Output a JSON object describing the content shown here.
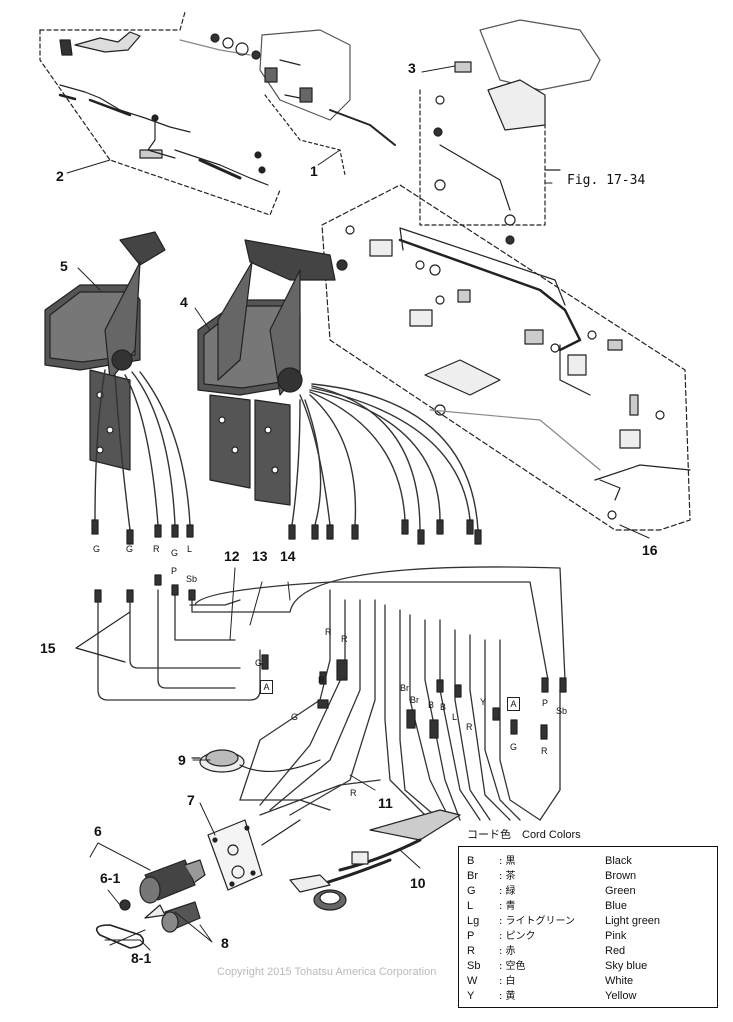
{
  "callouts": {
    "c1": "1",
    "c2": "2",
    "c3": "3",
    "c4": "4",
    "c5": "5",
    "c6": "6",
    "c6_1": "6-1",
    "c7": "7",
    "c8": "8",
    "c8_1": "8-1",
    "c9": "9",
    "c10": "10",
    "c11": "11",
    "c12": "12",
    "c13": "13",
    "c14": "14",
    "c15": "15",
    "c16": "16"
  },
  "figure_reference": "Fig. 17-34",
  "wire_labels": {
    "w1": "G",
    "w2": "G",
    "w3": "R",
    "w4": "G",
    "w5": "L",
    "w6": "P",
    "w7": "Sb",
    "w8": "R",
    "w9": "R",
    "w10": "G",
    "w11": "R",
    "w12": "G",
    "w13": "R",
    "w14": "Br",
    "w15": "Br",
    "w16": "B",
    "w17": "B",
    "w18": "L",
    "w19": "R",
    "w20": "Y",
    "w21": "P",
    "w22": "Sb",
    "w23": "G",
    "w24": "R"
  },
  "connector_markers": {
    "a1": "A",
    "a2": "A"
  },
  "legend": {
    "title": "コード色　Cord Colors",
    "rows": [
      {
        "code": "B",
        "jp": ": 黒",
        "en": "Black"
      },
      {
        "code": "Br",
        "jp": ": 茶",
        "en": "Brown"
      },
      {
        "code": "G",
        "jp": ": 緑",
        "en": "Green"
      },
      {
        "code": "L",
        "jp": ": 青",
        "en": "Blue"
      },
      {
        "code": "Lg",
        "jp": ": ライトグリーン",
        "en": "Light green"
      },
      {
        "code": "P",
        "jp": ": ピンク",
        "en": "Pink"
      },
      {
        "code": "R",
        "jp": ": 赤",
        "en": "Red"
      },
      {
        "code": "Sb",
        "jp": ": 空色",
        "en": "Sky blue"
      },
      {
        "code": "W",
        "jp": ": 白",
        "en": "White"
      },
      {
        "code": "Y",
        "jp": ": 黄",
        "en": "Yellow"
      }
    ]
  },
  "copyright": "Copyright 2015 Tohatsu America Corporation"
}
